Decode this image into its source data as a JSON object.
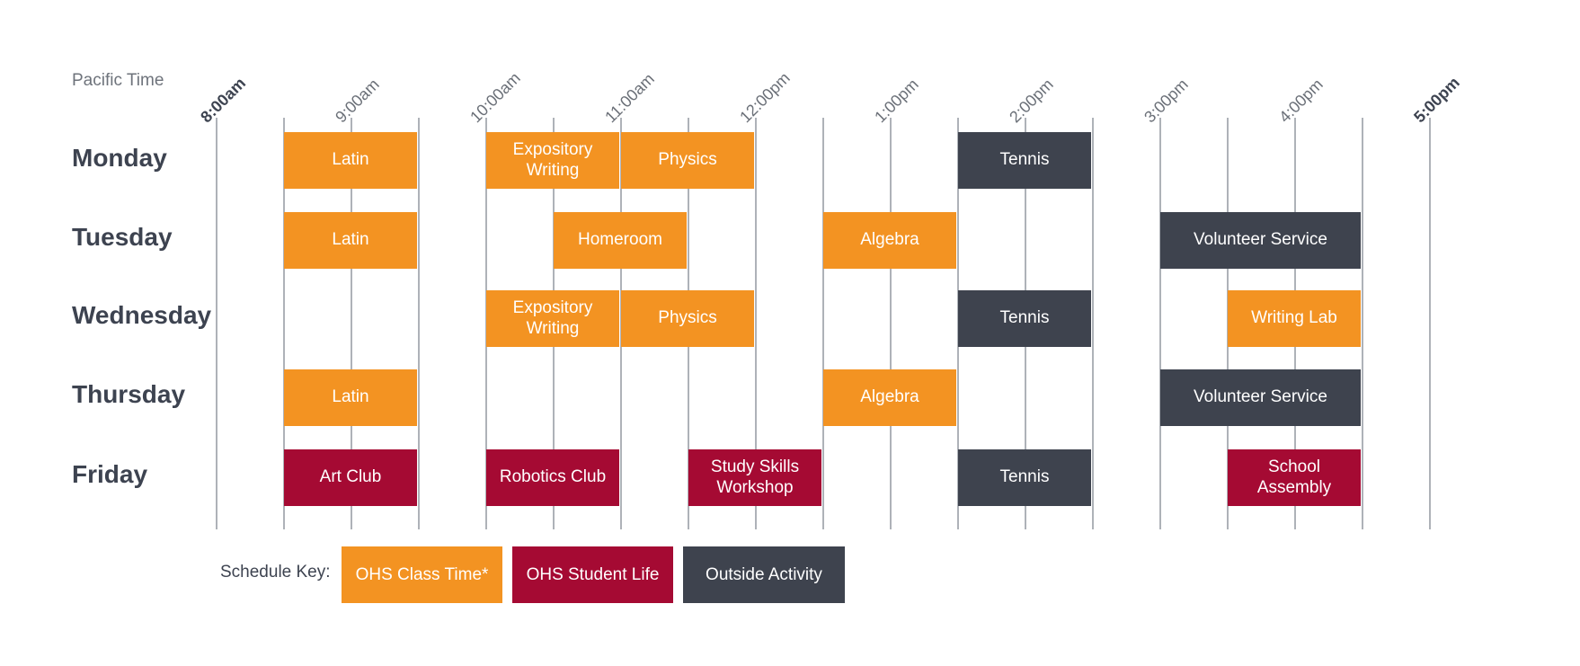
{
  "timezone_label": "Pacific Time",
  "time_ticks": [
    {
      "label": "8:00am",
      "bold": true
    },
    {
      "label": "9:00am",
      "bold": false
    },
    {
      "label": "10:00am",
      "bold": false
    },
    {
      "label": "11:00am",
      "bold": false
    },
    {
      "label": "12:00pm",
      "bold": false
    },
    {
      "label": "1:00pm",
      "bold": false
    },
    {
      "label": "2:00pm",
      "bold": false
    },
    {
      "label": "3:00pm",
      "bold": false
    },
    {
      "label": "4:00pm",
      "bold": false
    },
    {
      "label": "5:00pm",
      "bold": true
    }
  ],
  "days": [
    "Monday",
    "Tuesday",
    "Wednesday",
    "Thursday",
    "Friday"
  ],
  "categories": {
    "class": {
      "label": "OHS Class Time*",
      "color": "#f39322"
    },
    "student_life": {
      "label": "OHS Student Life",
      "color": "#a50a33"
    },
    "outside": {
      "label": "Outside Activity",
      "color": "#3e434e"
    }
  },
  "key_label": "Schedule Key:",
  "events": [
    {
      "day": "Monday",
      "label": "Latin",
      "start": "8:30am",
      "end": "9:30am",
      "category": "class"
    },
    {
      "day": "Monday",
      "label": "Expository\nWriting",
      "start": "10:00am",
      "end": "11:00am",
      "category": "class"
    },
    {
      "day": "Monday",
      "label": "Physics",
      "start": "11:00am",
      "end": "12:00pm",
      "category": "class"
    },
    {
      "day": "Monday",
      "label": "Tennis",
      "start": "1:30pm",
      "end": "2:30pm",
      "category": "outside"
    },
    {
      "day": "Tuesday",
      "label": "Latin",
      "start": "8:30am",
      "end": "9:30am",
      "category": "class"
    },
    {
      "day": "Tuesday",
      "label": "Homeroom",
      "start": "10:30am",
      "end": "11:30am",
      "category": "class"
    },
    {
      "day": "Tuesday",
      "label": "Algebra",
      "start": "12:30pm",
      "end": "1:30pm",
      "category": "class"
    },
    {
      "day": "Tuesday",
      "label": "Volunteer Service",
      "start": "3:00pm",
      "end": "4:30pm",
      "category": "outside"
    },
    {
      "day": "Wednesday",
      "label": "Expository\nWriting",
      "start": "10:00am",
      "end": "11:00am",
      "category": "class"
    },
    {
      "day": "Wednesday",
      "label": "Physics",
      "start": "11:00am",
      "end": "12:00pm",
      "category": "class"
    },
    {
      "day": "Wednesday",
      "label": "Tennis",
      "start": "1:30pm",
      "end": "2:30pm",
      "category": "outside"
    },
    {
      "day": "Wednesday",
      "label": "Writing Lab",
      "start": "3:30pm",
      "end": "4:30pm",
      "category": "class"
    },
    {
      "day": "Thursday",
      "label": "Latin",
      "start": "8:30am",
      "end": "9:30am",
      "category": "class"
    },
    {
      "day": "Thursday",
      "label": "Algebra",
      "start": "12:30pm",
      "end": "1:30pm",
      "category": "class"
    },
    {
      "day": "Thursday",
      "label": "Volunteer Service",
      "start": "3:00pm",
      "end": "4:30pm",
      "category": "outside"
    },
    {
      "day": "Friday",
      "label": "Art Club",
      "start": "8:30am",
      "end": "9:30am",
      "category": "student_life"
    },
    {
      "day": "Friday",
      "label": "Robotics Club",
      "start": "10:00am",
      "end": "11:00am",
      "category": "student_life"
    },
    {
      "day": "Friday",
      "label": "Study Skills\nWorkshop",
      "start": "11:30am",
      "end": "12:30pm",
      "category": "student_life"
    },
    {
      "day": "Friday",
      "label": "Tennis",
      "start": "1:30pm",
      "end": "2:30pm",
      "category": "outside"
    },
    {
      "day": "Friday",
      "label": "School\nAssembly",
      "start": "3:30pm",
      "end": "4:30pm",
      "category": "student_life"
    }
  ]
}
